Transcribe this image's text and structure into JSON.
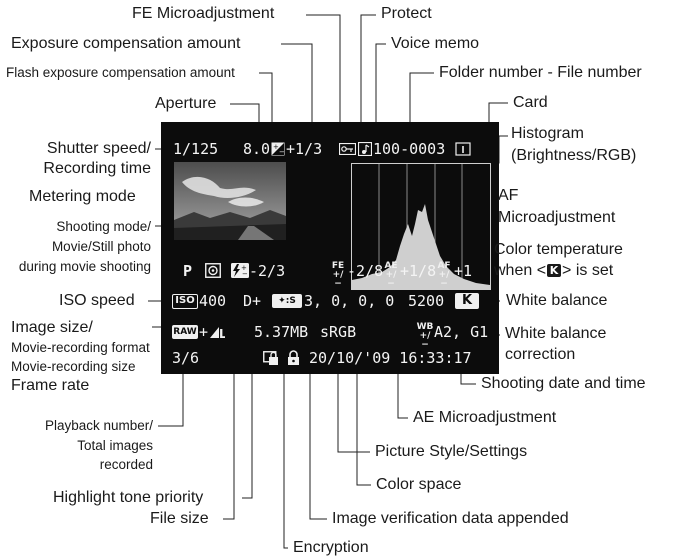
{
  "labels": {
    "fe_micro": "FE Microadjustment",
    "protect": "Protect",
    "exposure_comp": "Exposure compensation amount",
    "voice_memo": "Voice memo",
    "flash_comp": "Flash exposure compensation amount",
    "folder_file": "Folder number - File number",
    "aperture": "Aperture",
    "card": "Card",
    "shutter_1": "Shutter speed/",
    "shutter_2": "Recording time",
    "histogram_1": "Histogram",
    "histogram_2": "(Brightness/RGB)",
    "metering": "Metering mode",
    "af_micro_1": "AF",
    "af_micro_2": "Microadjustment",
    "shooting_mode_1": "Shooting mode/",
    "shooting_mode_2": "Movie/Still photo",
    "shooting_mode_3": "during movie shooting",
    "color_temp_1": "Color temperature",
    "color_temp_2_pre": "when <",
    "color_temp_2_post": "> is set",
    "iso": "ISO speed",
    "white_balance": "White balance",
    "image_size_1": "Image size/",
    "image_size_2": "Movie-recording format",
    "image_size_3": "Movie-recording size",
    "image_size_4": "Frame rate",
    "wb_correction_1": "White balance",
    "wb_correction_2": "correction",
    "shooting_date": "Shooting date and time",
    "playback_1": "Playback number/",
    "playback_2": "Total images",
    "playback_3": "recorded",
    "ae_micro": "AE Microadjustment",
    "picture_style": "Picture Style/Settings",
    "highlight_tone": "Highlight tone priority",
    "color_space": "Color space",
    "image_verification": "Image verification data appended",
    "file_size": "File size",
    "encryption": "Encryption"
  },
  "screen": {
    "shutter_speed": "1/125",
    "aperture": "8.0",
    "exposure_comp": "+1/3",
    "folder_file": "100-0003",
    "shooting_mode": "P",
    "flash_comp": "-2/3",
    "fe_micro": "-2/8",
    "ae_micro": "+1/8",
    "af_micro": "+1",
    "iso_value": "400",
    "highlight_tone": "D+",
    "picture_style_settings": "3, 0, 0, 0",
    "color_temp": "5200",
    "wb_correction": "A2, G1",
    "image_quality": "+",
    "file_size": "5.37MB",
    "color_space": "sRGB",
    "playback": "3/6",
    "date_time": "20/10/'09 16:33:17"
  },
  "badges": {
    "iso": "ISO",
    "raw": "RAW",
    "picture_style": "S",
    "fe": "FE",
    "ae": "AE",
    "af": "AF",
    "wb": "WB",
    "kelvin": "K"
  },
  "icons": [
    "exposure-comp-icon",
    "protect-key-icon",
    "voice-memo-icon",
    "card-icon",
    "metering-icon",
    "flash-comp-icon",
    "image-size-icon",
    "verification-icon",
    "lock-icon"
  ]
}
